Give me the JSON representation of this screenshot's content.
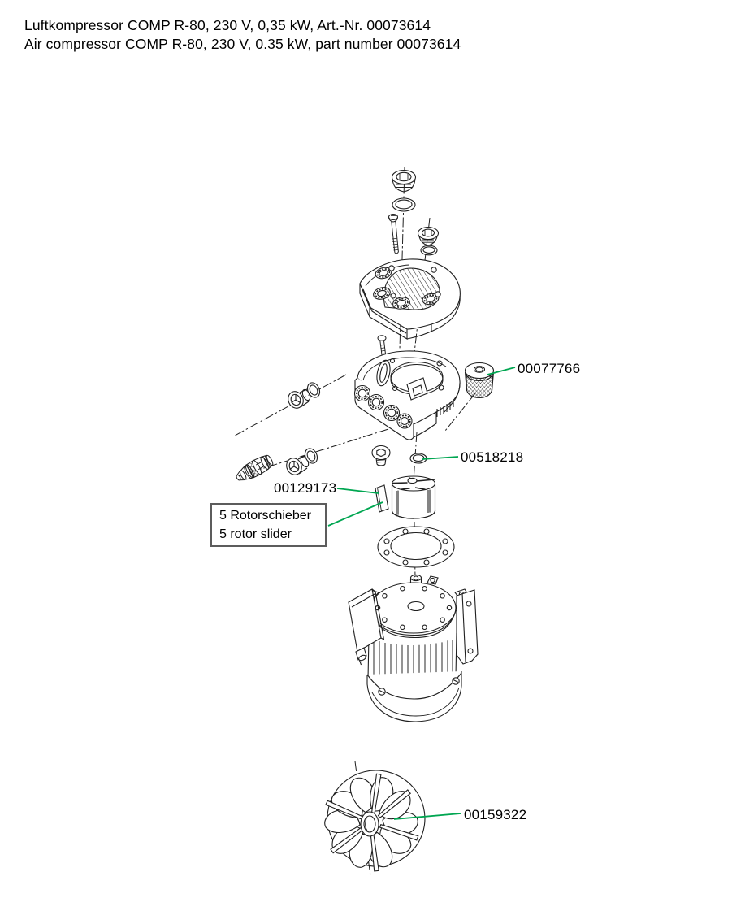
{
  "header": {
    "title_de": "Luftkompressor COMP R-80, 230 V, 0,35 kW, Art.-Nr. 00073614",
    "title_en": "Air compressor COMP R-80, 230 V, 0.35 kW, part number 00073614"
  },
  "diagram": {
    "part_labels": [
      {
        "number": "00077766"
      },
      {
        "number": "00518218"
      },
      {
        "number": "00129173"
      },
      {
        "number": "00159322"
      }
    ],
    "callout_box": {
      "line1": "5 Rotorschieber",
      "line2": "5 rotor slider"
    },
    "colors": {
      "leader_line": "#00a651",
      "line_art": "#1f1f1f",
      "callout_border": "#5c5c5c"
    }
  }
}
